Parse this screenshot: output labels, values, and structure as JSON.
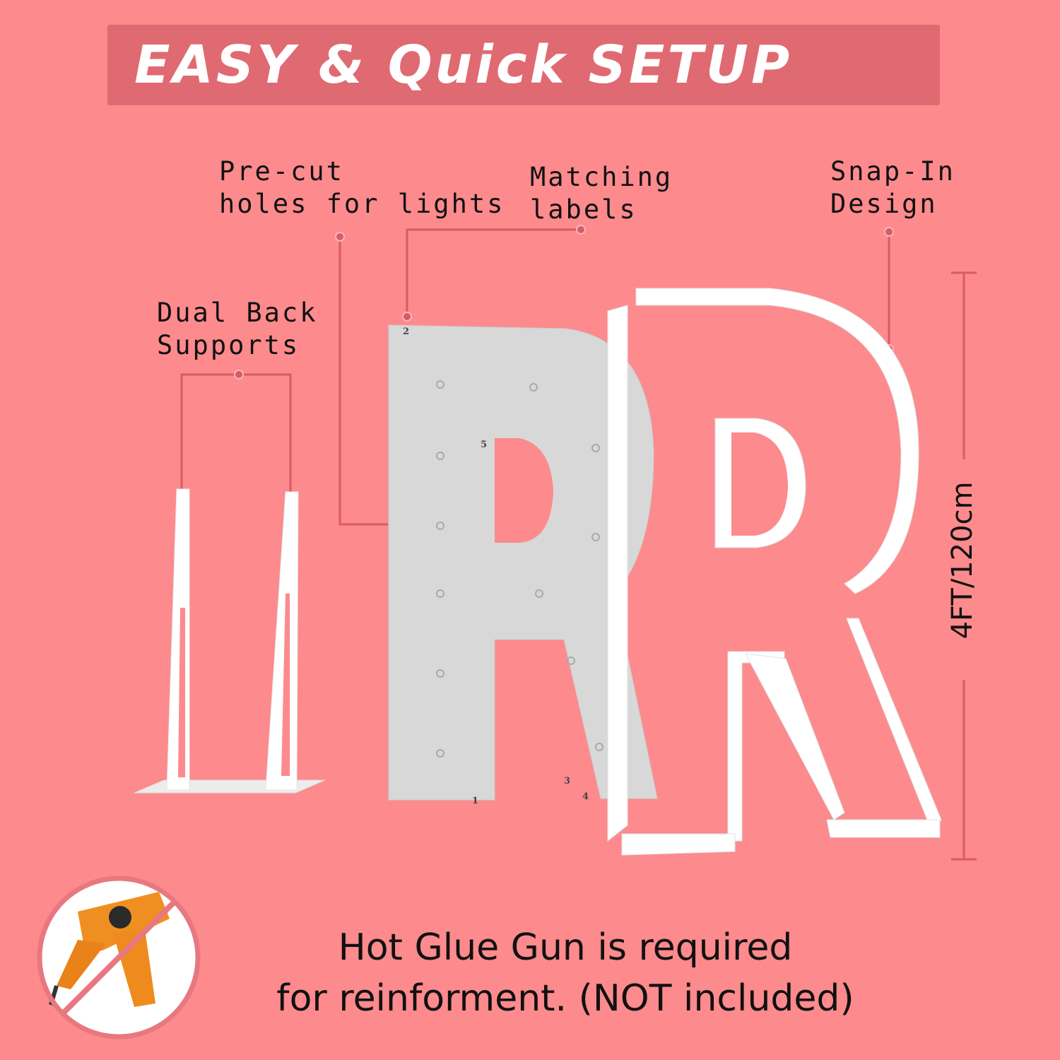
{
  "header": {
    "title": "EASY & Quick SETUP"
  },
  "callouts": {
    "precut": {
      "line1": "Pre-cut",
      "line2": "holes for lights"
    },
    "matching": {
      "line1": "Matching",
      "line2": "labels"
    },
    "snapin": {
      "line1": "Snap-In",
      "line2": "Design"
    },
    "dual": {
      "line1": "Dual Back",
      "line2": "Supports"
    }
  },
  "dimension": {
    "label": "4FT/120cm"
  },
  "panel_labels": [
    "2",
    "5",
    "3",
    "1",
    "4"
  ],
  "notice": {
    "line1": "Hot Glue Gun is required",
    "line2": "for reinforment. (NOT included)"
  },
  "icons": {
    "glue_gun": "hot-glue-gun-icon",
    "prohibited": "prohibited-icon"
  },
  "colors": {
    "background": "#fd8a8d",
    "banner": "#e06a71",
    "leader": "#d65c66",
    "panel": "#d8d8d8",
    "foam": "#ffffff"
  }
}
